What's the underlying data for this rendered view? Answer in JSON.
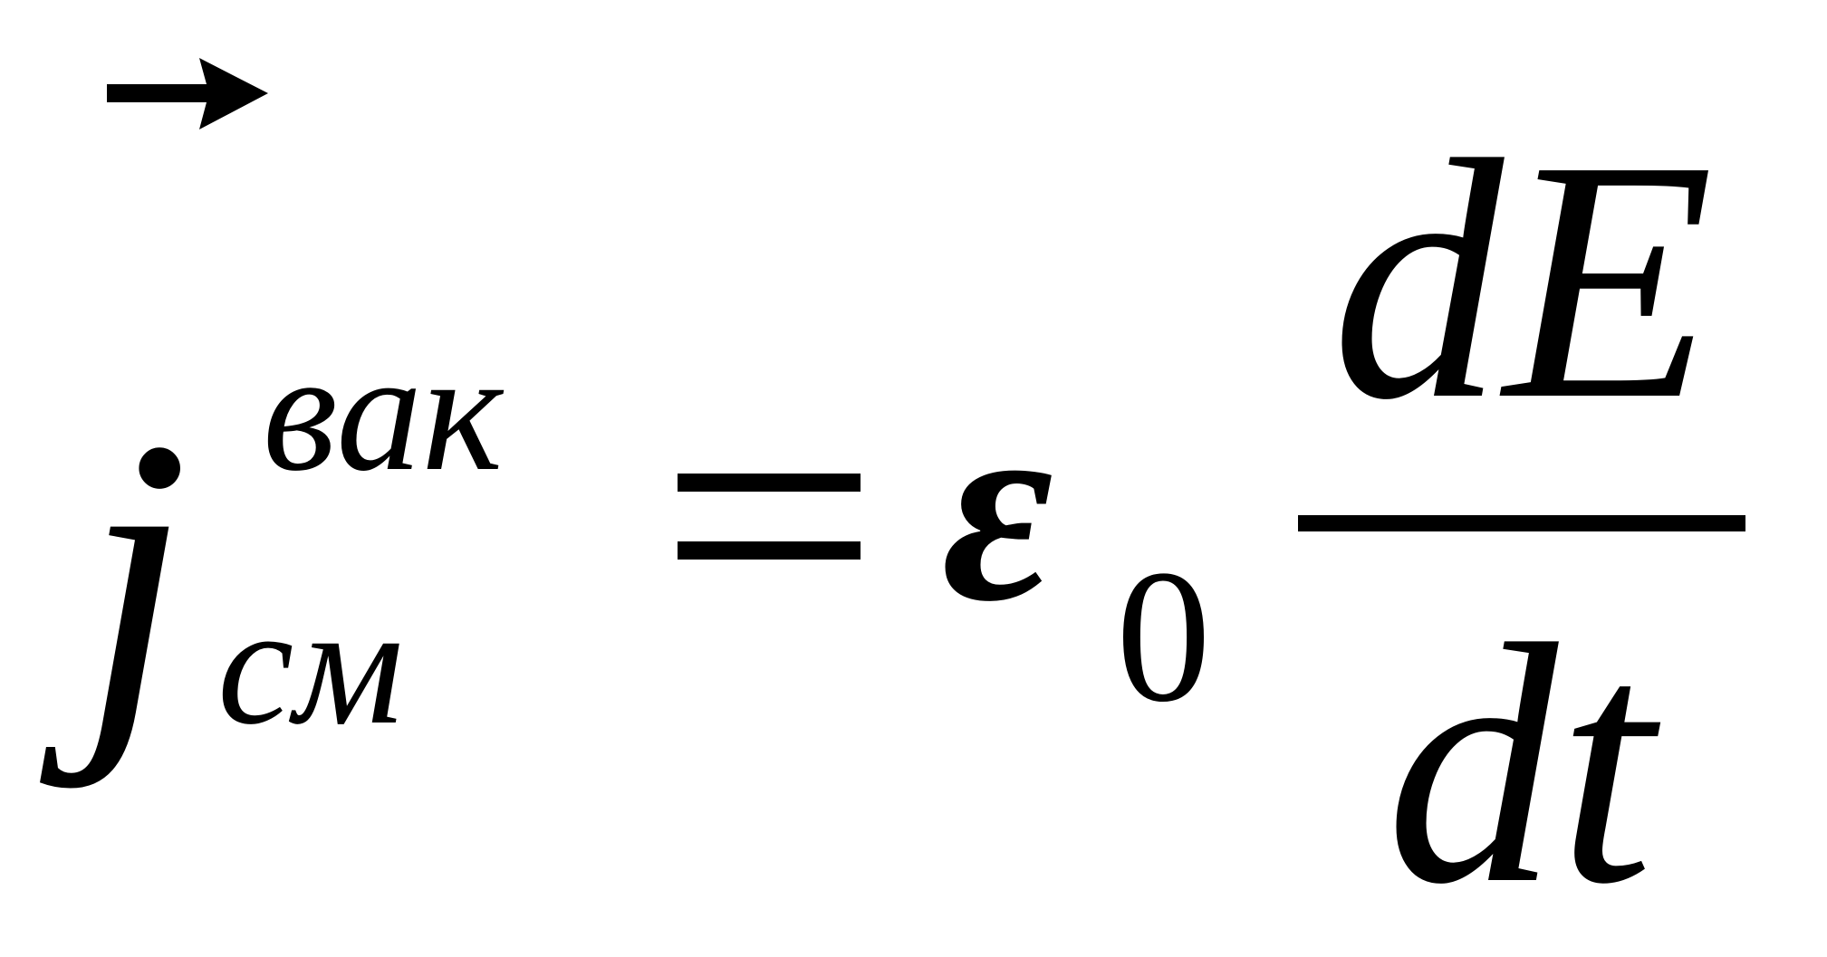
{
  "formula": {
    "lhs": {
      "vector_arrow": "rightwards-arrow-icon",
      "variable": "j",
      "superscript": "вак",
      "subscript": "см"
    },
    "relation": "=",
    "rhs": {
      "constant": "ε",
      "constant_subscript": "0",
      "numerator": "dE",
      "denominator": "dt"
    }
  }
}
